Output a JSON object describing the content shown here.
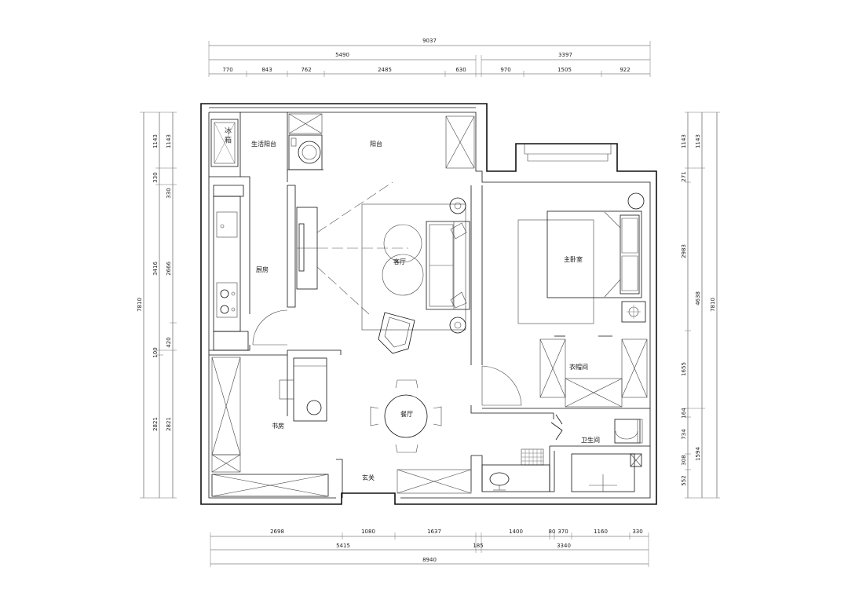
{
  "dimensions": {
    "top": {
      "overall": "9037",
      "left_group": "5490",
      "right_group": "3397",
      "segments": [
        "770",
        "843",
        "762",
        "2485",
        "630",
        "970",
        "1505",
        "922"
      ]
    },
    "bottom": {
      "segments": [
        "2698",
        "1080",
        "1637",
        "1400",
        "80",
        "370",
        "1160",
        "330"
      ],
      "left_group": "5415",
      "gap": "185",
      "right_group": "3340",
      "overall": "8940"
    },
    "left": {
      "overall": "7810",
      "outer": [
        "1143",
        "330",
        "3416",
        "100",
        "2821"
      ],
      "inner": [
        "1143",
        "330",
        "2666",
        "420",
        "2821"
      ]
    },
    "right": {
      "overall": "7810",
      "outer": [
        "1143",
        "4638",
        "1594"
      ],
      "inner": [
        "1143",
        "271",
        "2983",
        "1655",
        "164",
        "734",
        "308",
        "552"
      ]
    }
  },
  "rooms": {
    "fridge": "冰 箱",
    "utility_balcony": "生活阳台",
    "balcony": "阳台",
    "kitchen": "厨房",
    "living_room": "客厅",
    "master_bedroom": "主卧室",
    "walk_in_closet": "衣帽间",
    "study": "书房",
    "dining_room": "餐厅",
    "bathroom": "卫生间",
    "entrance": "玄关"
  }
}
